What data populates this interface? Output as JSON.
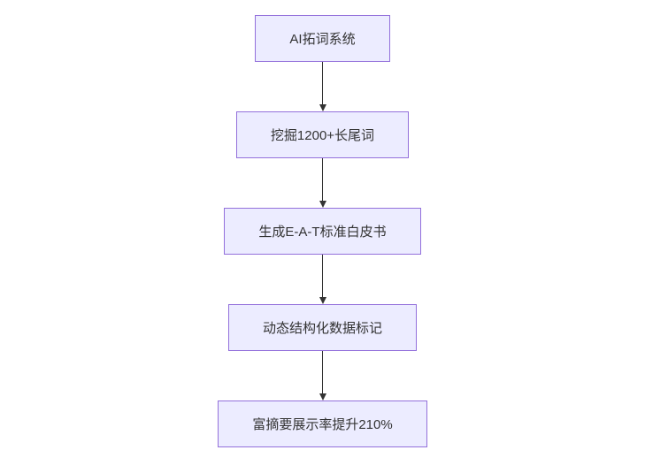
{
  "diagram": {
    "type": "flowchart",
    "direction": "top-down",
    "nodes": [
      {
        "label": "AI拓词系统"
      },
      {
        "label": "挖掘1200+长尾词"
      },
      {
        "label": "生成E-A-T标准白皮书"
      },
      {
        "label": "动态结构化数据标记"
      },
      {
        "label": "富摘要展示率提升210%"
      }
    ],
    "edges": [
      {
        "from": 0,
        "to": 1
      },
      {
        "from": 1,
        "to": 2
      },
      {
        "from": 2,
        "to": 3
      },
      {
        "from": 3,
        "to": 4
      }
    ],
    "colors": {
      "node_fill": "#ECECFF",
      "node_border": "#9370DB",
      "arrow": "#333333",
      "text": "#333333",
      "background": "#FFFFFF"
    }
  }
}
